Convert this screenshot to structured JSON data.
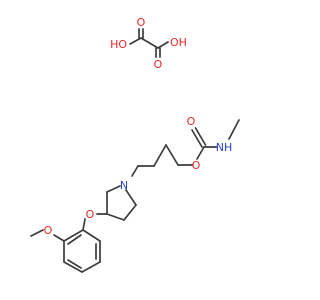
{
  "structure": {
    "oxalic_acid": {
      "ho_left": "HO",
      "oh_right": "OH",
      "o_top": "O",
      "o_bottom": "O"
    },
    "carbamate": {
      "o_carbonyl": "O",
      "o_ester": "O",
      "nh": "NH"
    },
    "pyrrolidine": {
      "n": "N"
    },
    "aryl_ether": {
      "o_ether": "O",
      "o_methoxy": "O"
    }
  }
}
